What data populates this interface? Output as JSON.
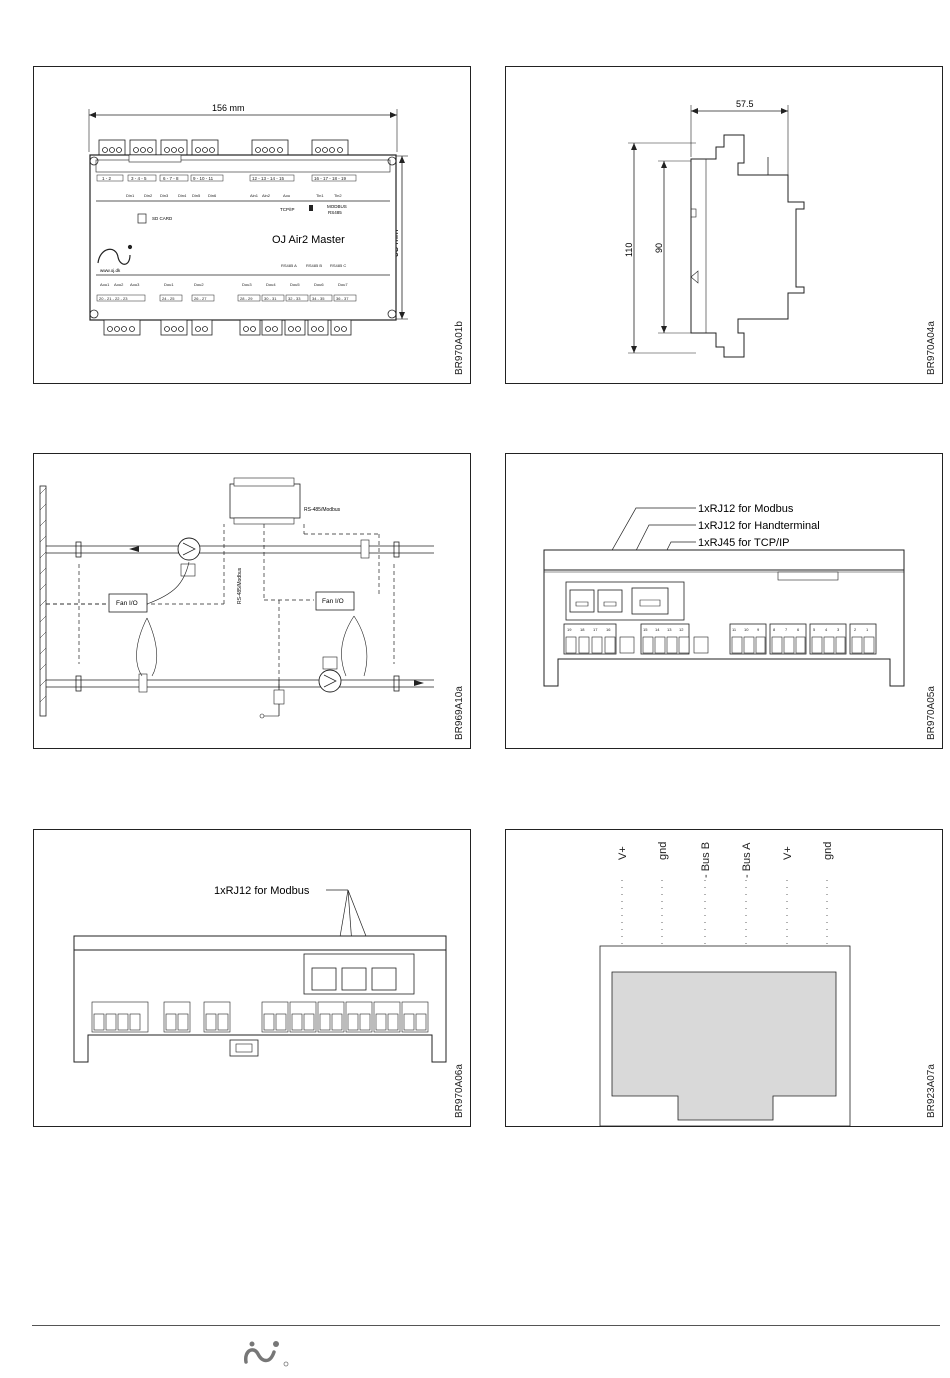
{
  "panels": [
    {
      "id": "front-view",
      "code": "BR970A01b",
      "dim_width": "156 mm",
      "dim_height": "93 mm",
      "product_name": "OJ Air2 Master",
      "sd_card": "SD CARD",
      "tcpip": "TCP/IP",
      "modbus": "MODBUS",
      "rs485": "RS485",
      "website": "www.oj.dk",
      "terminals_top": [
        "1 - 2",
        "3 - 4 - 5",
        "6 - 7 - 8",
        "9 - 10 - 11",
        "12 - 13 - 14 - 15",
        "16 - 17 - 18 - 19"
      ],
      "inputs_top": [
        "Din1",
        "Din2",
        "Din3",
        "Din4",
        "Din5",
        "Din6",
        "Ain1",
        "Ain2",
        "Aou",
        "Tin1",
        "Tin2"
      ],
      "bus_labels": [
        "RS485 A",
        "RS485 B",
        "RS485 C"
      ],
      "outputs_bottom": [
        "Aou1",
        "Aou2",
        "Aou3",
        "Dou1",
        "Dou2",
        "Dou3",
        "Dou4",
        "Dou5",
        "Dou6",
        "Dou7"
      ],
      "terminals_bottom": [
        "20 - 21 - 22 - 23",
        "24 - 25",
        "26 - 27",
        "28 - 29",
        "30 - 31",
        "32 - 33",
        "34 - 35",
        "36 - 37"
      ]
    },
    {
      "id": "side-view",
      "code": "BR970A04a",
      "dim_depth": "57.5",
      "dim_h1": "110",
      "dim_h2": "90"
    },
    {
      "id": "system-diagram",
      "code": "BR969A10a",
      "fan_label_1": "Fan I/O",
      "fan_label_2": "Fan I/O",
      "bus_label_top": "RS-485/Modbus",
      "bus_label_vertical": "RS-485/Modbus"
    },
    {
      "id": "bottom-ports",
      "code": "BR970A05a",
      "callouts": [
        "1xRJ12 for Modbus",
        "1xRJ12 for Handterminal",
        "1xRJ45 for TCP/IP"
      ],
      "terminal_numbers": [
        "19",
        "18",
        "17",
        "16",
        "15",
        "14",
        "13",
        "12",
        "11",
        "10",
        "9",
        "8",
        "7",
        "6",
        "5",
        "4",
        "3",
        "2",
        "1"
      ]
    },
    {
      "id": "modbus-ports",
      "code": "BR970A06a",
      "callout": "1xRJ12 for Modbus"
    },
    {
      "id": "rj12-pinout",
      "code": "BR923A07a",
      "pins": [
        "V+",
        "gnd",
        "- Bus B",
        "- Bus A",
        "V+",
        "gnd"
      ]
    }
  ],
  "colors": {
    "line": "#222222",
    "connector_fill": "#d9d9d9",
    "pin_fill": "#cfcfcf"
  }
}
